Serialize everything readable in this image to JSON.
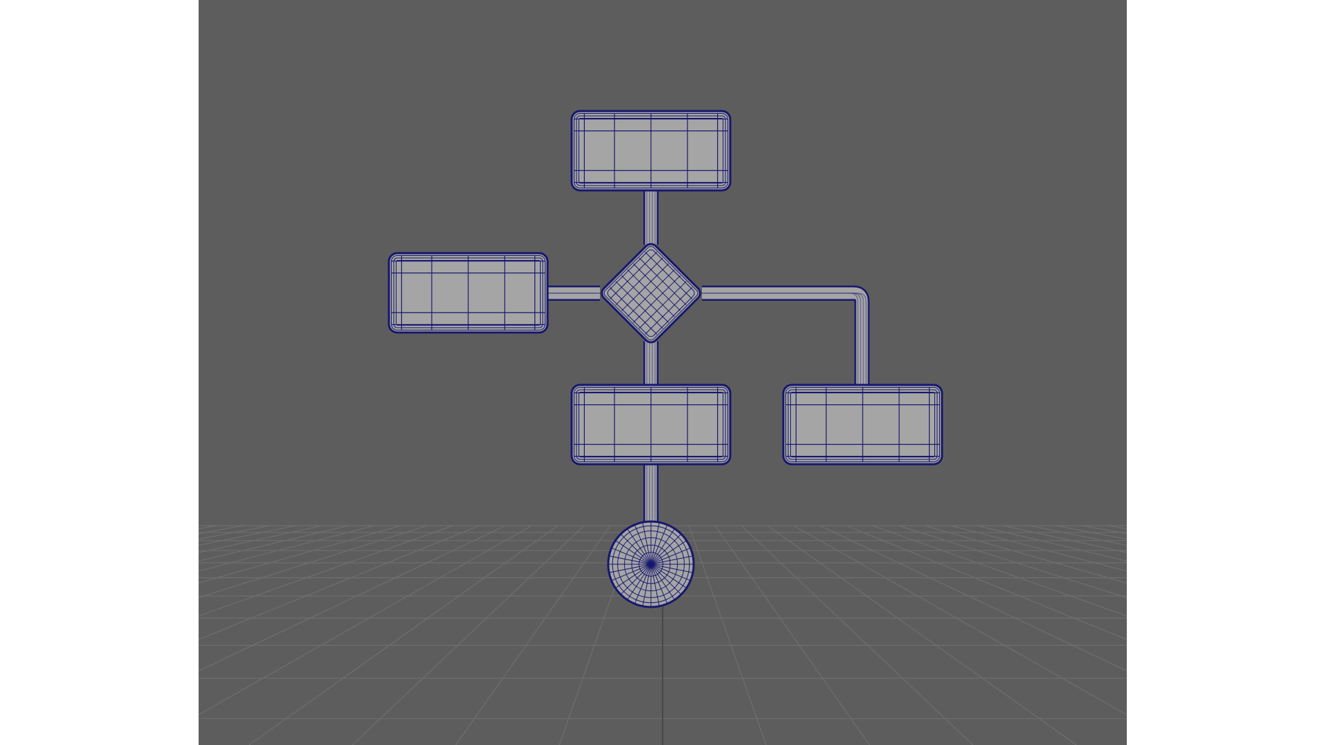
{
  "viewport": {
    "background_color": "#5d5d5d",
    "page_margin_color": "#ffffff",
    "grid_line_color": "#6f6f6f",
    "grid_axis_color": "#474747"
  },
  "wireframe": {
    "mesh_line_color": "#17176e",
    "mesh_fill_color": "#a5a5a5"
  },
  "scene_objects": [
    {
      "name": "box-top",
      "kind": "rounded-box"
    },
    {
      "name": "box-left",
      "kind": "rounded-box"
    },
    {
      "name": "diamond-center",
      "kind": "diamond"
    },
    {
      "name": "box-bottom-center",
      "kind": "rounded-box"
    },
    {
      "name": "box-bottom-right",
      "kind": "rounded-box"
    },
    {
      "name": "sphere-end",
      "kind": "sphere"
    },
    {
      "name": "pipe-top",
      "kind": "pipe"
    },
    {
      "name": "pipe-left",
      "kind": "pipe"
    },
    {
      "name": "pipe-right",
      "kind": "pipe"
    },
    {
      "name": "pipe-down",
      "kind": "pipe"
    },
    {
      "name": "pipe-sphere",
      "kind": "pipe"
    }
  ]
}
